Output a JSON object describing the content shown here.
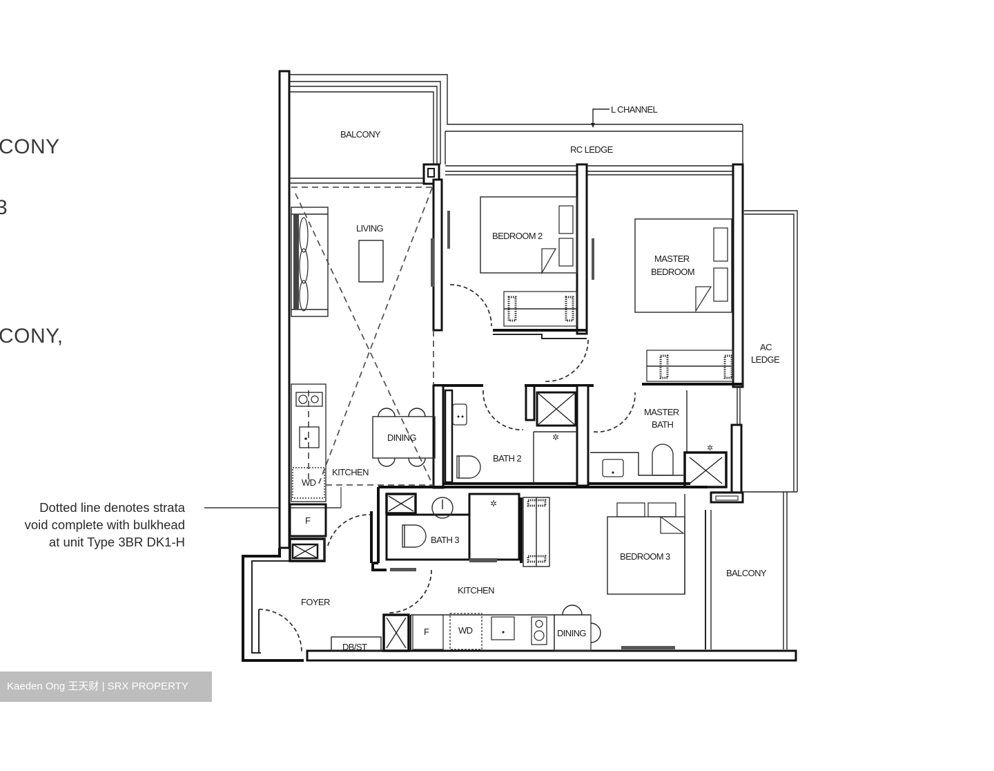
{
  "side_labels": {
    "line1": "CONY",
    "line2": "3",
    "line3": "CONY,"
  },
  "note": {
    "line1": "Dotted line denotes strata",
    "line2": "void complete with bulkhead",
    "line3": "at unit Type 3BR DK1-H"
  },
  "watermark": "Kaeden Ong 王天财  | SRX PROPERTY",
  "floorplan": {
    "unit_type": "3BR DK1-H",
    "rooms": {
      "balcony_top": "BALCONY",
      "l_channel": "L CHANNEL",
      "rc_ledge": "RC LEDGE",
      "living": "LIVING",
      "bedroom2": "BEDROOM 2",
      "master_bedroom_1": "MASTER",
      "master_bedroom_2": "BEDROOM",
      "ac_ledge_1": "AC",
      "ac_ledge_2": "LEDGE",
      "dining_top": "DINING",
      "kitchen_top": "KITCHEN",
      "wd_top": "WD",
      "f_top": "F",
      "bath2": "BATH 2",
      "master_bath_1": "MASTER",
      "master_bath_2": "BATH",
      "bath3": "BATH 3",
      "bedroom3": "BEDROOM 3",
      "balcony_right": "BALCONY",
      "foyer": "FOYER",
      "kitchen_bottom": "KITCHEN",
      "dbst": "DB/ST",
      "f_bottom": "F",
      "wd_bottom": "WD",
      "dining_bottom": "DINING"
    }
  }
}
